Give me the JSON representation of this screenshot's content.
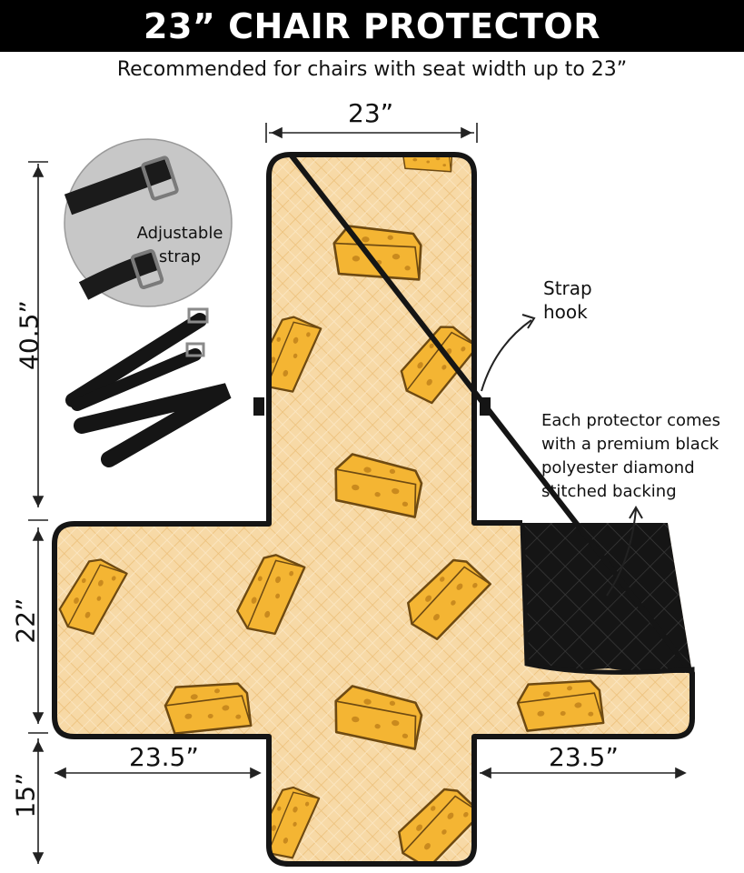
{
  "header": {
    "title": "23” CHAIR PROTECTOR",
    "subtitle": "Recommended for chairs with seat width up to 23”"
  },
  "dimensions": {
    "top_width": "23”",
    "back_height": "40.5”",
    "seat_height": "22”",
    "front_height": "15”",
    "left_arm": "23.5”",
    "right_arm": "23.5”"
  },
  "callouts": {
    "strap_label_line1": "Adjustable",
    "strap_label_line2": "strap",
    "hook_line1": "Strap",
    "hook_line2": "hook",
    "backing_line1": "Each protector comes",
    "backing_line2": "with a premium black",
    "backing_line3": "polyester diamond",
    "backing_line4": "stitched backing"
  },
  "colors": {
    "fabric": "#f7d9a6",
    "quilt_line": "#ecc07a",
    "cheese": "#f4b533",
    "cheese_outline": "#6e4a12",
    "backing": "#151515"
  }
}
